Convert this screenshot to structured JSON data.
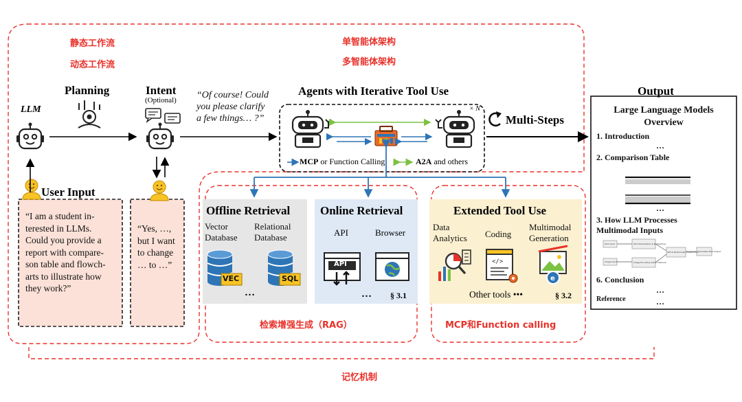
{
  "chinese_labels": {
    "static_workflow": "静态工作流",
    "dynamic_workflow": "动态工作流",
    "single_agent": "单智能体架构",
    "multi_agent": "多智能体架构",
    "rag": "检索增强生成（RAG）",
    "mcp_fc": "MCP和Function calling",
    "memory": "记忆机制"
  },
  "llm_label": "LLM",
  "planning_label": "Planning",
  "intent": {
    "label": "Intent",
    "optional": "(Optional)"
  },
  "clarify_quote": [
    "“Of course! Could",
    "you please clarify",
    "a few things… ?”"
  ],
  "user_input": {
    "label": "User Input",
    "text": [
      "“I am a student in-",
      "terested in LLMs.",
      "Could you provide a",
      "report with compare-",
      "son table and flowch-",
      "arts to illustrate how",
      "they work?”"
    ]
  },
  "reply": {
    "text": [
      "“Yes, …,",
      "but I want",
      "to change",
      "… to …”"
    ]
  },
  "agents": {
    "title": "Agents with Iterative Tool Use",
    "times_n": "× N",
    "mcp_prefix": "MCP",
    "mcp_suffix": " or Function Calling",
    "a2a_prefix": "A2A",
    "a2a_suffix": " and others"
  },
  "multi_steps": "Multi-Steps",
  "offline": {
    "title": "Offline Retrieval",
    "col1": [
      "Vector",
      "Database"
    ],
    "col2": [
      "Relational",
      "Database"
    ],
    "badge1": "VEC",
    "badge2": "SQL",
    "more": "…"
  },
  "online": {
    "title": "Online Retrieval",
    "api": "API",
    "browser": "Browser",
    "api_badge": "API",
    "more": "…",
    "section": "§ 3.1"
  },
  "extended": {
    "title": "Extended Tool Use",
    "col1": [
      "Data",
      "Analytics"
    ],
    "col2": [
      "Coding"
    ],
    "col3": [
      "Multimodal",
      "Generation"
    ],
    "other": "Other tools •••",
    "section": "§ 3.2"
  },
  "output": {
    "label": "Output",
    "doc_title": [
      "Large Language Models",
      "Overview"
    ],
    "s1": "1. Introduction",
    "s2": "2. Comparison Table",
    "s3": [
      "3. How LLM Processes",
      "Multimodal Inputs"
    ],
    "s6": "6. Conclusion",
    "reference": "Reference",
    "ellipsis": "…",
    "flow_nodes": [
      "Text Input",
      "Text Tokenization & Embedding",
      "GPT-4 Multimodal Transformer",
      "Generated Text Output",
      "Image Input",
      "Image Encoding Vision Features"
    ]
  },
  "colors": {
    "red_dashed": "#e8312a",
    "arrow_blue": "#2e75b6",
    "arrow_green": "#7dc242",
    "offline_bg": "#e6e6e6",
    "online_bg": "#dfe9f5",
    "extended_bg": "#fbf0d0",
    "input_bg": "#fbe1d8"
  }
}
